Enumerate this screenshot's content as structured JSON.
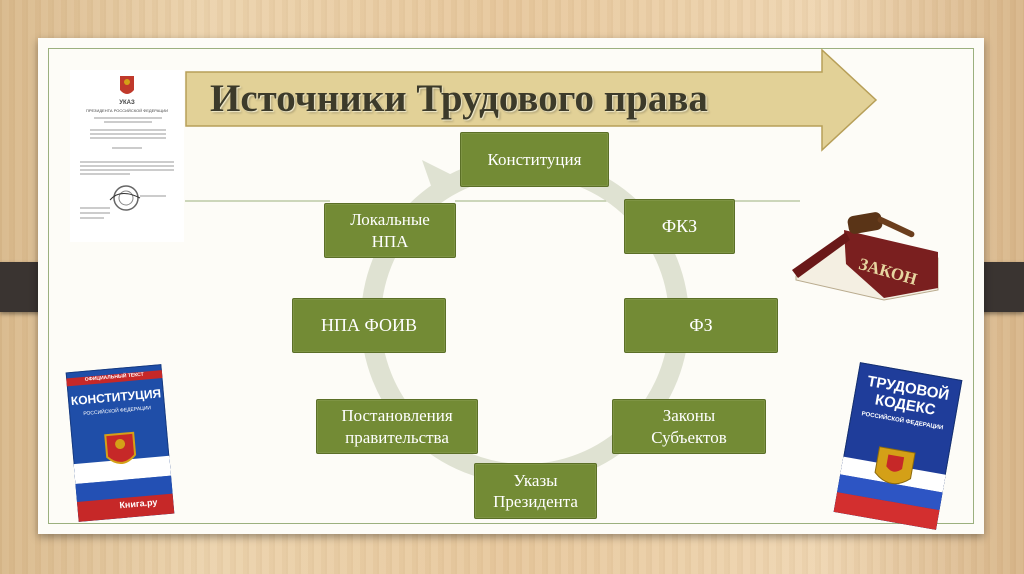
{
  "title": "Источники Трудового права",
  "nodes": [
    {
      "id": "konst",
      "label": "Конституция"
    },
    {
      "id": "fkz",
      "label": "ФКЗ"
    },
    {
      "id": "fz",
      "label": "ФЗ"
    },
    {
      "id": "zakony",
      "label": "Законы\nСубъектов"
    },
    {
      "id": "ukazy",
      "label": "Указы\nПрезидента"
    },
    {
      "id": "postan",
      "label": "Постановления\nправительства"
    },
    {
      "id": "npafoiv",
      "label": "НПА ФОИВ"
    },
    {
      "id": "lokal",
      "label": "Локальные\nНПА"
    }
  ],
  "decree": {
    "heading": "УКАЗ",
    "subheading": "ПРЕЗИДЕНТА РОССИЙСКОЙ ФЕДЕРАЦИИ"
  },
  "gavel_book": {
    "label": "ЗАКОН"
  },
  "constitution_book": {
    "top": "ОФИЦИАЛЬНЫЙ ТЕКСТ",
    "title": "КОНСТИТУЦИЯ",
    "subtitle": "РОССИЙСКОЙ ФЕДЕРАЦИИ",
    "publisher": "Книга.ру"
  },
  "labor_code_book": {
    "title": "ТРУДОВОЙ\nКОДЕКС",
    "subtitle": "РОССИЙСКОЙ ФЕДЕРАЦИИ"
  },
  "colors": {
    "node_fill": "#738b35",
    "cycle_ring": "#dfe2d2",
    "title_arrow": "#e2d197"
  }
}
